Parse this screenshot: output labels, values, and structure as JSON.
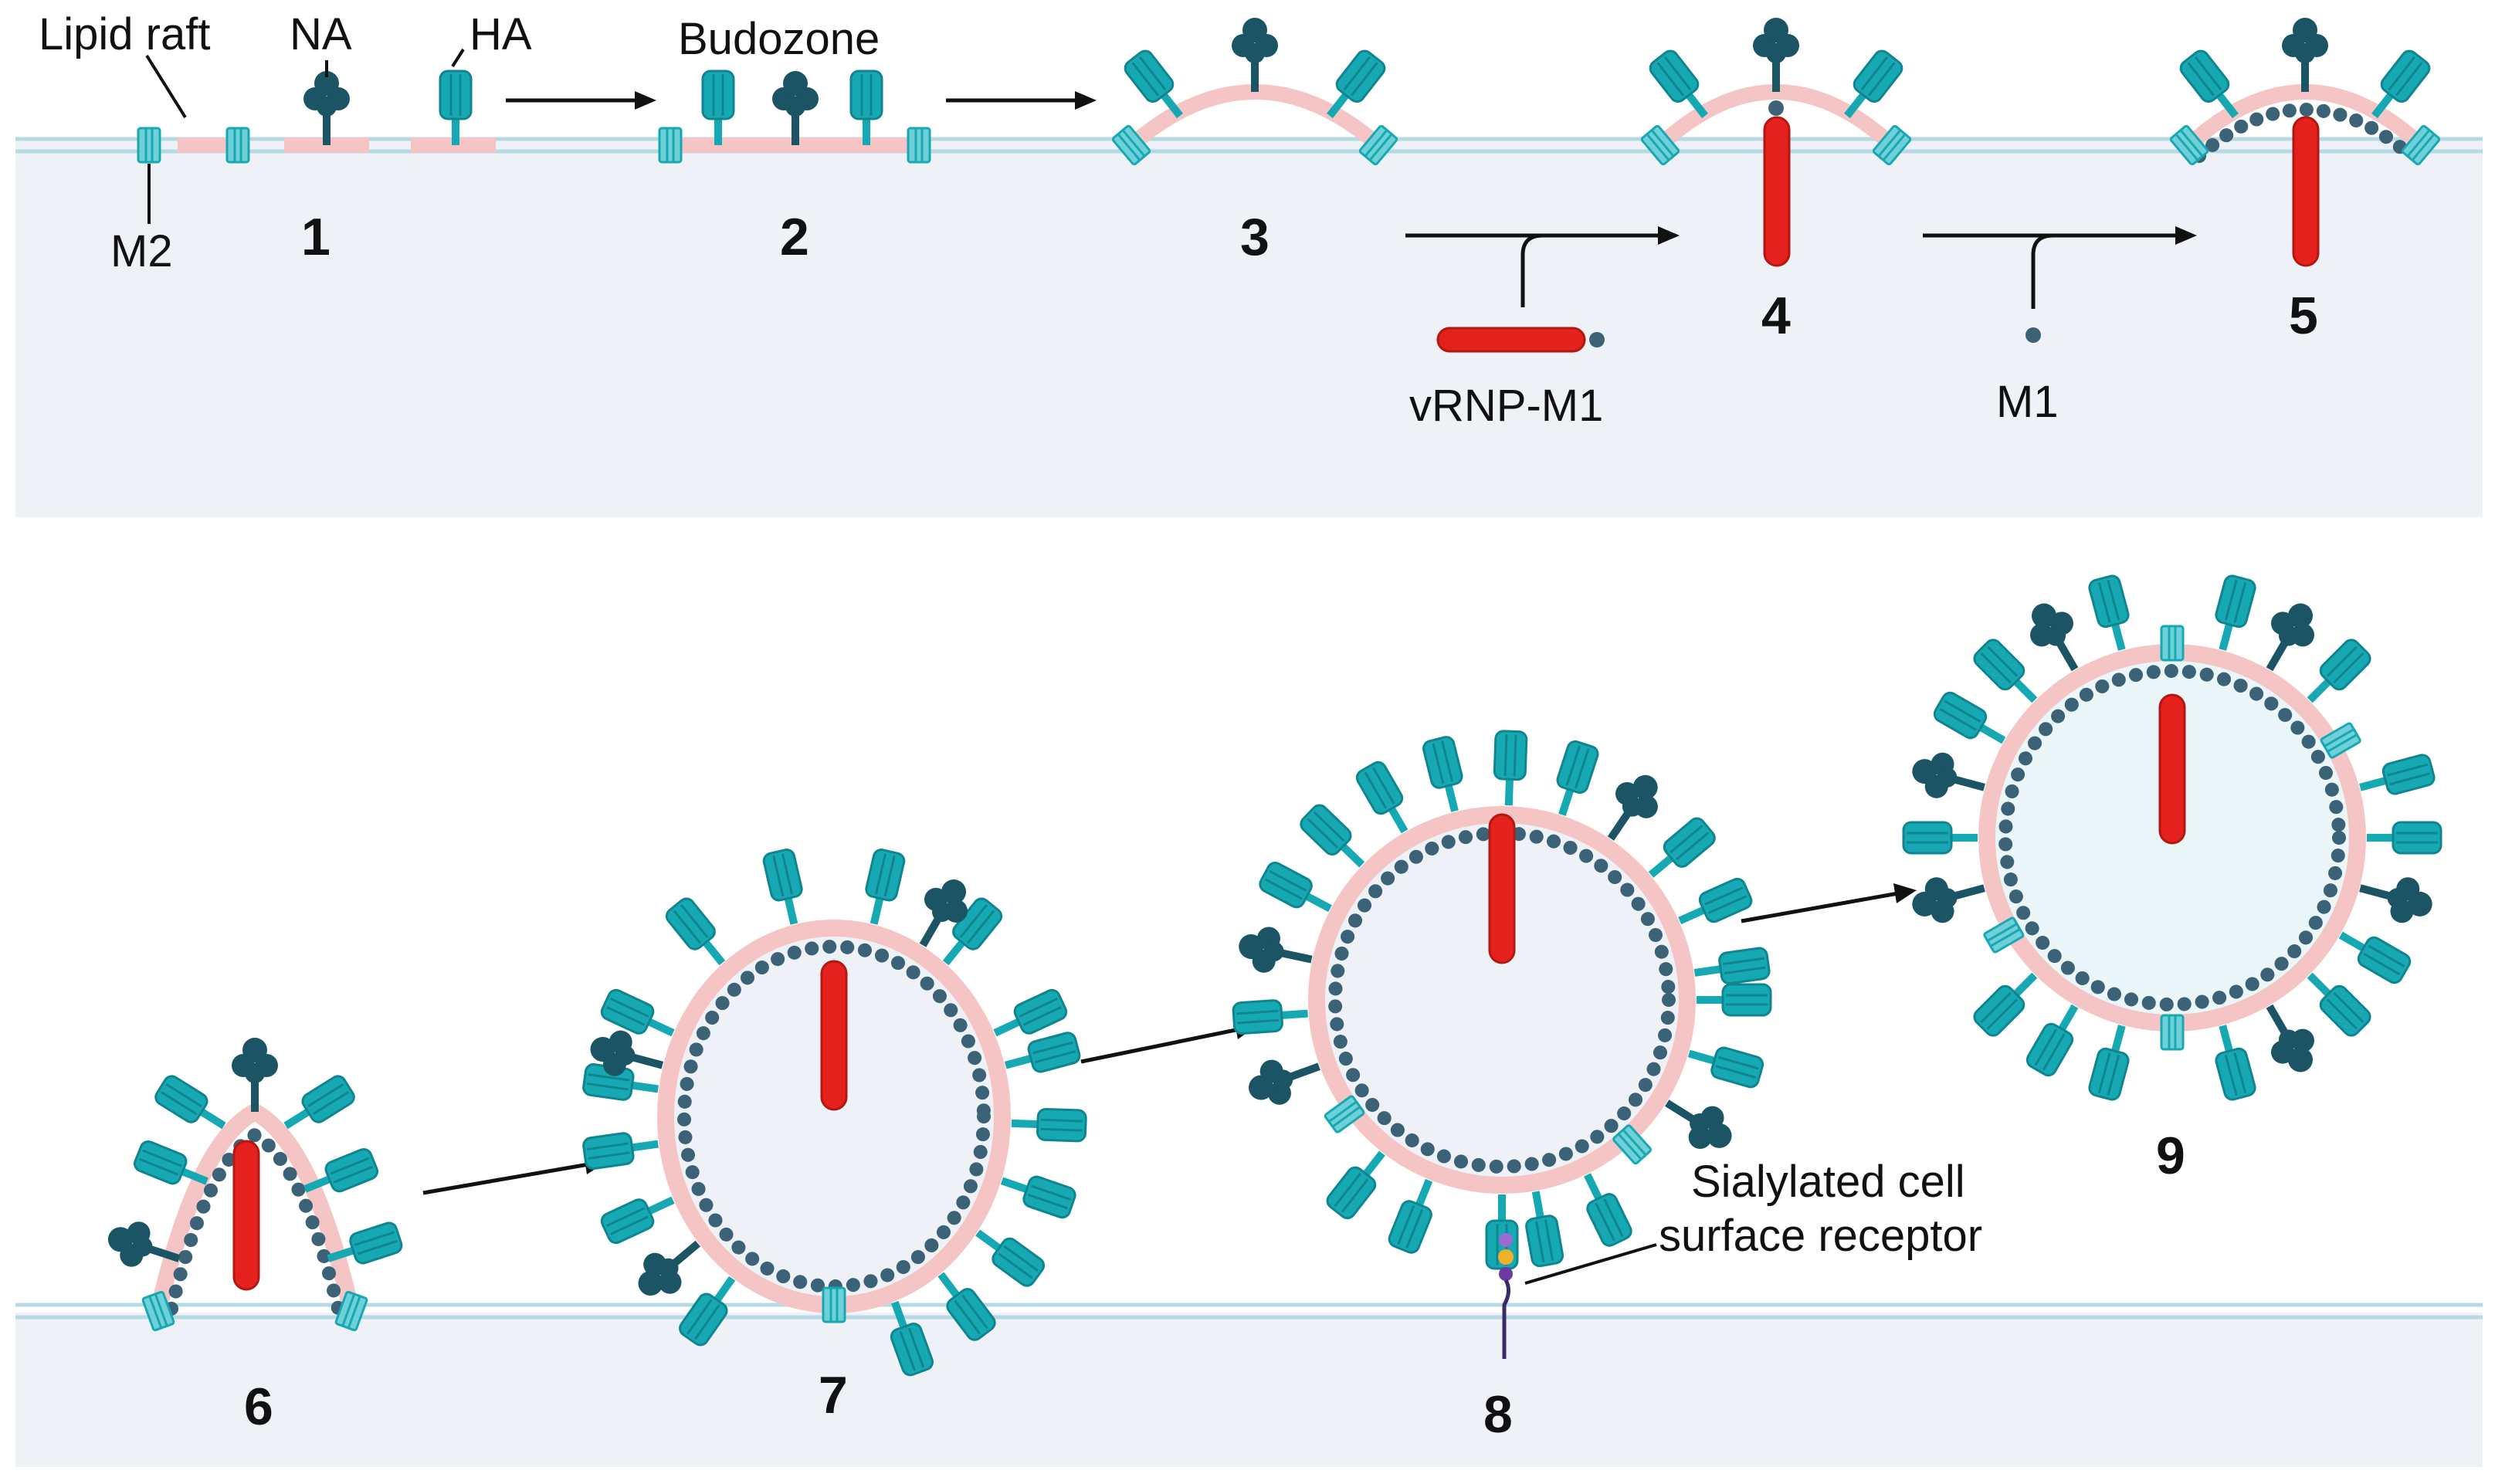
{
  "labels": {
    "lipid_raft": "Lipid raft",
    "na": "NA",
    "ha": "HA",
    "m2": "M2",
    "budozone": "Budozone",
    "vrnp_m1": "vRNP-M1",
    "m1": "M1",
    "receptor_line1": "Sialylated cell",
    "receptor_line2": "surface receptor"
  },
  "steps": [
    "1",
    "2",
    "3",
    "4",
    "5",
    "6",
    "7",
    "8",
    "9"
  ],
  "colors": {
    "ha_teal": "#17a9b3",
    "na_dark": "#1b5565",
    "m1_dot": "#3b6277",
    "vrnp_red": "#e4211c",
    "lipid_pink": "#f5c5c5",
    "membrane_blue": "#b7d9e6",
    "cytoplasm": "#eef2f7",
    "virion_interior": "#eaf6f8"
  }
}
